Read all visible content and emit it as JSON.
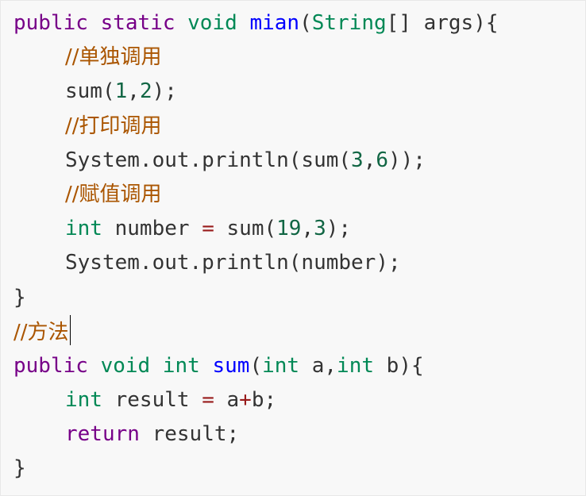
{
  "editor": {
    "lines": [
      {
        "tokens": [
          {
            "t": "public",
            "c": "kw-mod"
          },
          {
            "t": " ",
            "c": "plain"
          },
          {
            "t": "static",
            "c": "kw-mod"
          },
          {
            "t": " ",
            "c": "plain"
          },
          {
            "t": "void",
            "c": "kw-type"
          },
          {
            "t": " ",
            "c": "plain"
          },
          {
            "t": "mian",
            "c": "fn-name"
          },
          {
            "t": "(",
            "c": "plain"
          },
          {
            "t": "String",
            "c": "kw-type"
          },
          {
            "t": "[] args){",
            "c": "plain"
          }
        ]
      },
      {
        "indent": 1,
        "tokens": [
          {
            "t": "//单独调用",
            "c": "cm"
          }
        ]
      },
      {
        "indent": 1,
        "tokens": [
          {
            "t": "sum(",
            "c": "plain"
          },
          {
            "t": "1",
            "c": "num"
          },
          {
            "t": ",",
            "c": "plain"
          },
          {
            "t": "2",
            "c": "num"
          },
          {
            "t": ");",
            "c": "plain"
          }
        ]
      },
      {
        "indent": 1,
        "tokens": [
          {
            "t": "//打印调用",
            "c": "cm"
          }
        ]
      },
      {
        "indent": 1,
        "tokens": [
          {
            "t": "System.out.println(sum(",
            "c": "plain"
          },
          {
            "t": "3",
            "c": "num"
          },
          {
            "t": ",",
            "c": "plain"
          },
          {
            "t": "6",
            "c": "num"
          },
          {
            "t": "));",
            "c": "plain"
          }
        ]
      },
      {
        "indent": 1,
        "tokens": [
          {
            "t": "//赋值调用",
            "c": "cm"
          }
        ]
      },
      {
        "indent": 1,
        "tokens": [
          {
            "t": "int",
            "c": "kw-type"
          },
          {
            "t": " number ",
            "c": "plain"
          },
          {
            "t": "=",
            "c": "op"
          },
          {
            "t": " sum(",
            "c": "plain"
          },
          {
            "t": "19",
            "c": "num"
          },
          {
            "t": ",",
            "c": "plain"
          },
          {
            "t": "3",
            "c": "num"
          },
          {
            "t": ");",
            "c": "plain"
          }
        ]
      },
      {
        "indent": 1,
        "tokens": [
          {
            "t": "System.out.println(number);",
            "c": "plain"
          }
        ]
      },
      {
        "tokens": [
          {
            "t": "}",
            "c": "plain"
          }
        ]
      },
      {
        "caret": true,
        "tokens": [
          {
            "t": "//方法",
            "c": "cm"
          }
        ]
      },
      {
        "tokens": [
          {
            "t": "public",
            "c": "kw-mod"
          },
          {
            "t": " ",
            "c": "plain"
          },
          {
            "t": "void",
            "c": "kw-type"
          },
          {
            "t": " ",
            "c": "plain"
          },
          {
            "t": "int",
            "c": "kw-type"
          },
          {
            "t": " ",
            "c": "plain"
          },
          {
            "t": "sum",
            "c": "fn-name"
          },
          {
            "t": "(",
            "c": "plain"
          },
          {
            "t": "int",
            "c": "kw-type"
          },
          {
            "t": " a,",
            "c": "plain"
          },
          {
            "t": "int",
            "c": "kw-type"
          },
          {
            "t": " b){",
            "c": "plain"
          }
        ]
      },
      {
        "indent": 1,
        "tokens": [
          {
            "t": "int",
            "c": "kw-type"
          },
          {
            "t": " result ",
            "c": "plain"
          },
          {
            "t": "=",
            "c": "op"
          },
          {
            "t": " a",
            "c": "plain"
          },
          {
            "t": "+",
            "c": "op"
          },
          {
            "t": "b;",
            "c": "plain"
          }
        ]
      },
      {
        "indent": 1,
        "tokens": [
          {
            "t": "return",
            "c": "kw-mod"
          },
          {
            "t": " result;",
            "c": "plain"
          }
        ]
      },
      {
        "tokens": [
          {
            "t": "}",
            "c": "plain"
          }
        ]
      }
    ]
  },
  "colors": {
    "background": "#f8f8f8",
    "modifier_keyword": "#770088",
    "type_keyword": "#008855",
    "function_name": "#0000ff",
    "number": "#116644",
    "operator": "#981a1a",
    "comment": "#aa5500",
    "text": "#333333"
  }
}
